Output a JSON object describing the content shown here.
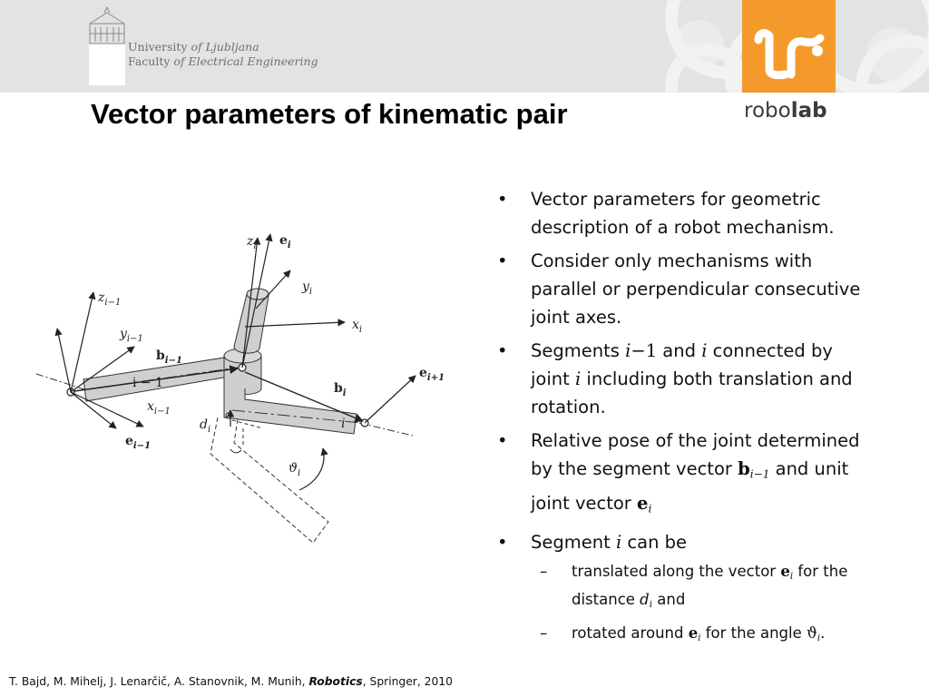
{
  "header": {
    "university_name": "University",
    "university_of": "of Ljubljana",
    "faculty_name": "Faculty",
    "faculty_of": "of Electrical Engineering",
    "lab_logo_letters": "LR",
    "lab_name_light": "robo",
    "lab_name_bold": "lab",
    "accent_color": "#f39a2b"
  },
  "title": "Vector parameters of kinematic pair",
  "figure": {
    "labels": {
      "z_prev": "z",
      "z_prev_sub": "i−1",
      "y_prev": "y",
      "y_prev_sub": "i−1",
      "x_prev": "x",
      "x_prev_sub": "i−1",
      "e_prev": "e",
      "e_prev_sub": "i−1",
      "b_prev": "b",
      "b_prev_sub": "i−1",
      "seg_prev": "i − 1",
      "z_i": "z",
      "z_i_sub": "i",
      "e_i": "e",
      "e_i_sub": "i",
      "y_i": "y",
      "y_i_sub": "i",
      "x_i": "x",
      "x_i_sub": "i",
      "e_next": "e",
      "e_next_sub": "i+1",
      "b_i": "b",
      "b_i_sub": "i",
      "seg_i": "i",
      "d_i": "d",
      "d_i_sub": "i",
      "theta": "ϑ",
      "theta_sub": "i"
    }
  },
  "bullets": {
    "b1": "Vector parameters for geometric description of a robot mechanism.",
    "b2": "Consider only mechanisms with parallel or perpendicular consecutive joint axes.",
    "b3_pre": "Segments ",
    "b3_i1": "i",
    "b3_minus1": "−1",
    "b3_and": " and ",
    "b3_i2": "i",
    "b3_mid": " connected by joint ",
    "b3_i3": "i",
    "b3_post": " including both translation and rotation.",
    "b4_pre": "Relative pose of the joint determined by the segment vector ",
    "b4_b": "b",
    "b4_b_sub": "i−1",
    "b4_mid": " and unit joint vector ",
    "b4_e": "e",
    "b4_e_sub": "i",
    "b5_pre": "Segment ",
    "b5_i": "i",
    "b5_post": " can be",
    "s1_pre": "translated along the vector ",
    "s1_e": "e",
    "s1_e_sub": "i",
    "s1_mid": " for the distance ",
    "s1_d": "d",
    "s1_d_sub": "i",
    "s1_post": " and",
    "s2_pre": "rotated around ",
    "s2_e": "e",
    "s2_e_sub": "i",
    "s2_mid": " for the angle ",
    "s2_theta": "ϑ",
    "s2_theta_sub": "i",
    "s2_post": "."
  },
  "footer": {
    "authors": "T. Bajd, M. Mihelj, J. Lenarčič, A. Stanovnik, M. Munih, ",
    "book": "Robotics",
    "publisher": ", Springer, 2010"
  }
}
